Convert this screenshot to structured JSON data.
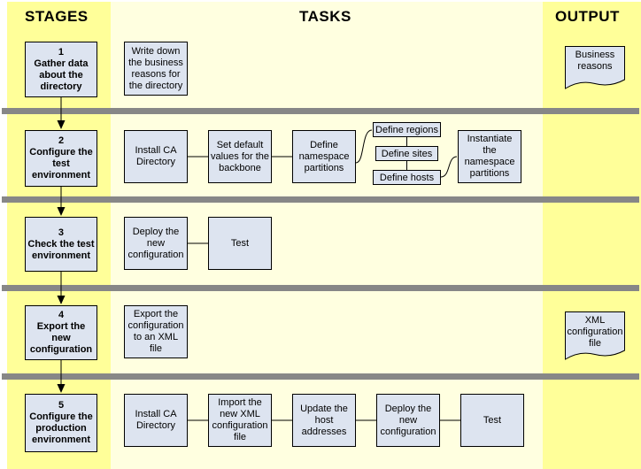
{
  "header": {
    "stages": "STAGES",
    "tasks": "TASKS",
    "output": "OUTPUT"
  },
  "colors": {
    "stage_band": "#FFFF99",
    "task_band": "#FFFFE0",
    "output_band": "#FFFF99",
    "separator_bar": "#878787",
    "box_fill": "#DDE4F0",
    "box_border": "#000000"
  },
  "stages": [
    "1\nGather data\nabout the\ndirectory",
    "2\nConfigure the\ntest\nenvironment",
    "3\nCheck the test\nenvironment",
    "4\nExport the\nnew\nconfiguration",
    "5\nConfigure the\nproduction\nenvironment"
  ],
  "tasks": {
    "row1": [
      "Write down\nthe business\nreasons for\nthe directory"
    ],
    "row2": [
      "Install CA\nDirectory",
      "Set default\nvalues for the\nbackbone",
      "Define\nnamespace\npartitions",
      "Define regions",
      "Define sites",
      "Define hosts",
      "Instantiate\nthe\nnamespace\npartitions"
    ],
    "row3": [
      "Deploy the\nnew\nconfiguration",
      "Test"
    ],
    "row4": [
      "Export the\nconfiguration\nto an XML\nfile"
    ],
    "row5": [
      "Install CA\nDirectory",
      "Import the\nnew XML\nconfiguration\nfile",
      "Update the\nhost\naddresses",
      "Deploy the\nnew\nconfiguration",
      "Test"
    ]
  },
  "outputs": {
    "row1": "Business\nreasons",
    "row4": "XML\nconfiguration\nfile"
  }
}
